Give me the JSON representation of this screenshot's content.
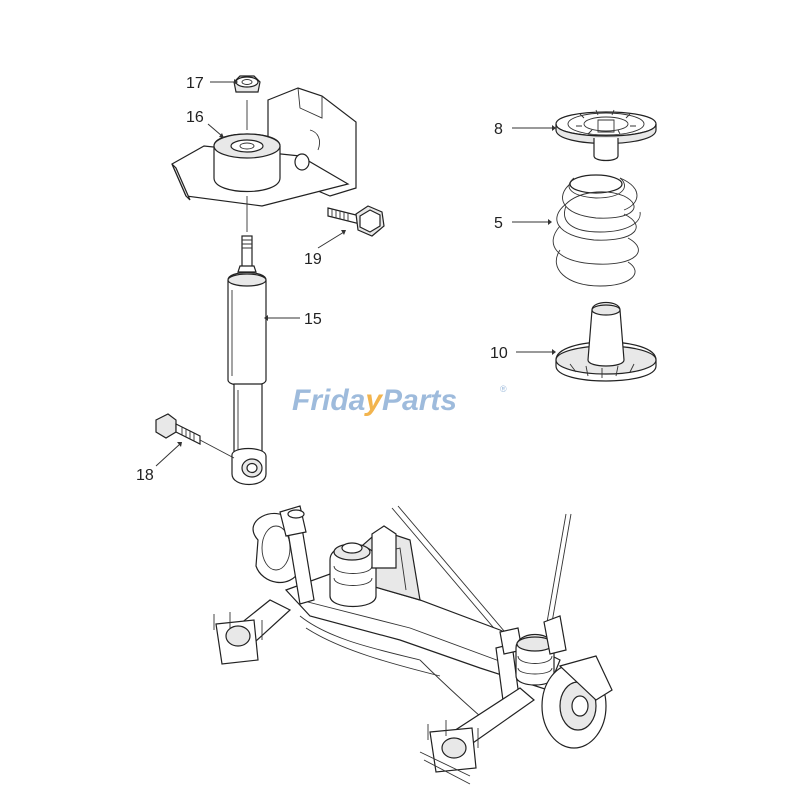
{
  "callouts": [
    {
      "id": "17",
      "label": "17"
    },
    {
      "id": "16",
      "label": "16"
    },
    {
      "id": "19",
      "label": "19"
    },
    {
      "id": "15",
      "label": "15"
    },
    {
      "id": "18",
      "label": "18"
    },
    {
      "id": "8",
      "label": "8"
    },
    {
      "id": "5",
      "label": "5"
    },
    {
      "id": "10",
      "label": "10"
    }
  ],
  "watermark": {
    "part1": "Frida",
    "part2": "y",
    "part3": "Parts",
    "mark": "®",
    "colors": {
      "primary": "#8eb0d6",
      "accent": "#f0a830"
    }
  }
}
